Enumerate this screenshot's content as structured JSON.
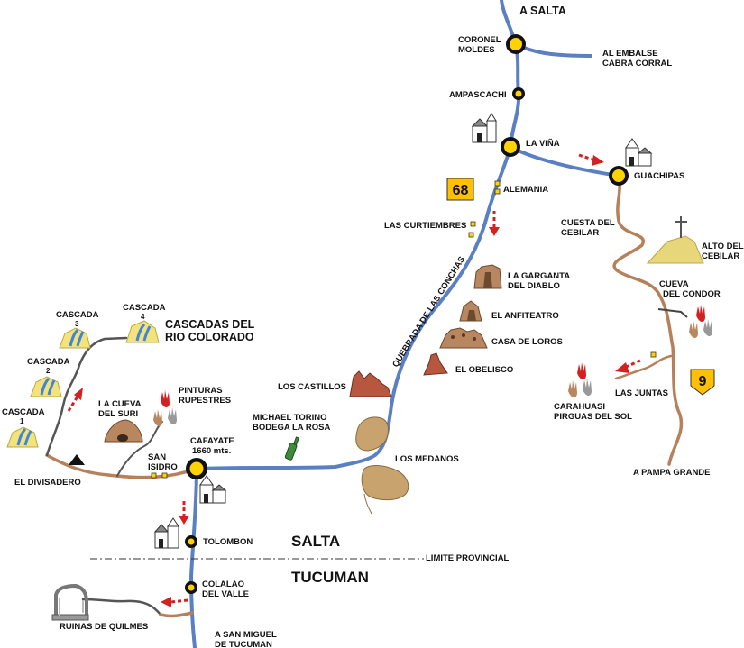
{
  "colors": {
    "main_road": "#5b7fc3",
    "dirt_road": "#b6815a",
    "gray_road": "#555555",
    "stop_yellow": "#ffd200",
    "route_sign": "#ffc000",
    "arrow_red": "#d42020",
    "rock": "#b8865f",
    "medanos": "#c9a36e",
    "waterfall_yellow": "#f4e27a",
    "waterfall_blue": "#3e86d8"
  },
  "labels": {
    "a_salta": "A SALTA",
    "coronel_moldes": [
      "CORONEL",
      "MOLDES"
    ],
    "al_embalse": [
      "AL EMBALSE",
      "CABRA CORRAL"
    ],
    "ampascachi": "AMPASCACHI",
    "la_vina": "LA VIÑA",
    "guachipas": "GUACHIPAS",
    "route68": "68",
    "alemania": "ALEMANIA",
    "las_curtiembres": "LAS CURTIEMBRES",
    "cuesta_del_cebilar": [
      "CUESTA DEL",
      "CEBILAR"
    ],
    "alto_del_cebilar": [
      "ALTO DEL",
      "CEBILAR"
    ],
    "garganta": [
      "LA GARGANTA",
      "DEL DIABLO"
    ],
    "anfiteatro": "EL ANFITEATRO",
    "casa_de_loros": "CASA DE LOROS",
    "obelisco": "EL OBELISCO",
    "quebrada": "QUEBRADA DE LAS CONCHAS",
    "los_castillos": "LOS CASTILLOS",
    "michael_torino": [
      "MICHAEL TORINO",
      "BODEGA LA ROSA"
    ],
    "cafayate": [
      "CAFAYATE",
      "1660 mts."
    ],
    "los_medanos": "LOS MEDANOS",
    "cueva_del_condor": [
      "CUEVA",
      "DEL CONDOR"
    ],
    "las_juntas": "LAS JUNTAS",
    "route9": "9",
    "carahuasi": [
      "CARAHUASI",
      "PIRGUAS DEL SOL"
    ],
    "a_pampa_grande": "A PAMPA GRANDE",
    "cascadas_title": [
      "CASCADAS DEL",
      "RIO COLORADO"
    ],
    "cascada_4": [
      "CASCADA",
      "4"
    ],
    "cascada_3": [
      "CASCADA",
      "3"
    ],
    "cascada_2": [
      "CASCADA",
      "2"
    ],
    "cascada_1": [
      "CASCADA",
      "1"
    ],
    "cueva_del_suri": [
      "LA CUEVA",
      "DEL SURI"
    ],
    "pinturas": [
      "PINTURAS",
      "RUPESTRES"
    ],
    "san_isidro": [
      "SAN",
      "ISIDRO"
    ],
    "el_divisadero": "EL DIVISADERO",
    "salta": "SALTA",
    "tolombon": "TOLOMBON",
    "limite": "LIMITE PROVINCIAL",
    "tucuman": "TUCUMAN",
    "colalao": [
      "COLALAO",
      "DEL VALLE"
    ],
    "ruinas": "RUINAS DE QUILMES",
    "a_san_miguel": [
      "A SAN MIGUEL",
      "DE TUCUMAN"
    ]
  }
}
